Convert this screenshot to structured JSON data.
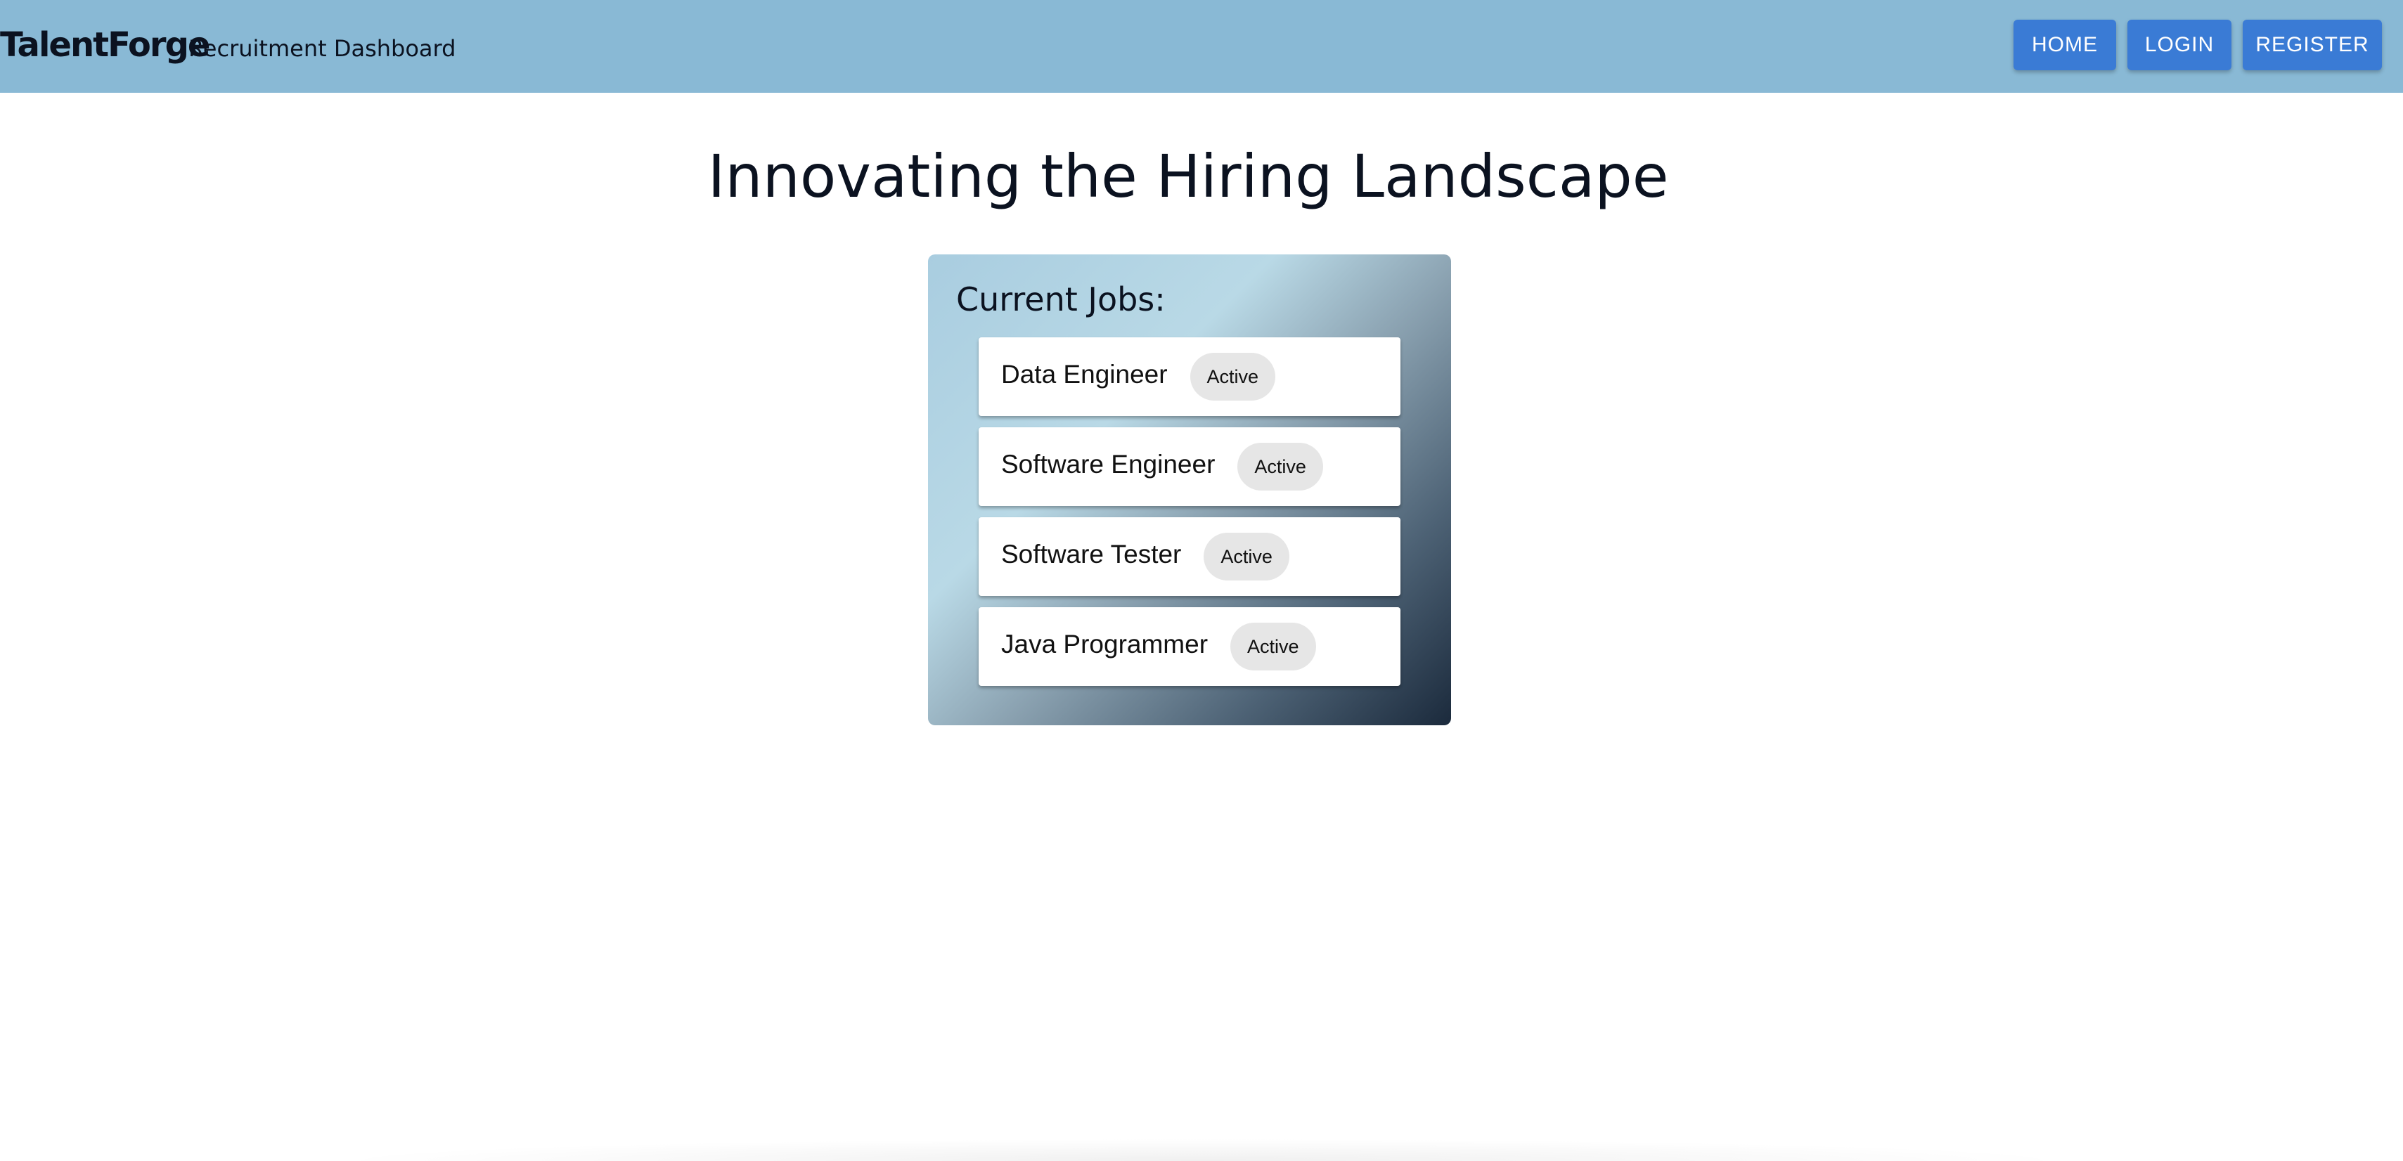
{
  "header": {
    "brand": "TalentForge",
    "subtitle": "Recruitment Dashboard",
    "nav": {
      "home_label": "HOME",
      "login_label": "LOGIN",
      "register_label": "REGISTER"
    },
    "colors": {
      "background": "#89b9d5",
      "button": "#3a7bd5"
    }
  },
  "main": {
    "title": "Innovating the Hiring Landscape",
    "jobs_panel": {
      "heading": "Current Jobs:",
      "jobs": [
        {
          "title": "Data Engineer",
          "status": "Active"
        },
        {
          "title": "Software Engineer",
          "status": "Active"
        },
        {
          "title": "Software Tester",
          "status": "Active"
        },
        {
          "title": "Java Programmer",
          "status": "Active"
        }
      ]
    }
  }
}
